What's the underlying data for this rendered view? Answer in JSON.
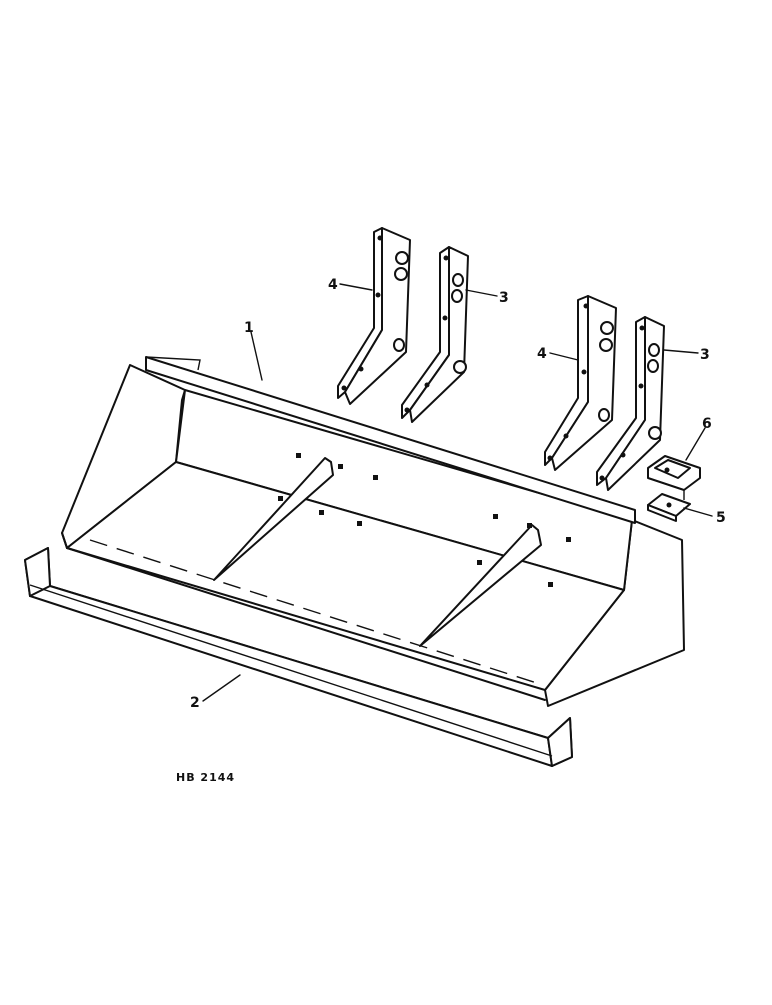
{
  "diagram": {
    "document_id": "HB 2144",
    "callouts": [
      {
        "id": "c1",
        "label": "1"
      },
      {
        "id": "c2",
        "label": "2"
      },
      {
        "id": "c3a",
        "label": "3"
      },
      {
        "id": "c3b",
        "label": "3"
      },
      {
        "id": "c4a",
        "label": "4"
      },
      {
        "id": "c4b",
        "label": "4"
      },
      {
        "id": "c5",
        "label": "5"
      },
      {
        "id": "c6",
        "label": "6"
      }
    ],
    "line_color": "#111111",
    "background": "#ffffff"
  }
}
